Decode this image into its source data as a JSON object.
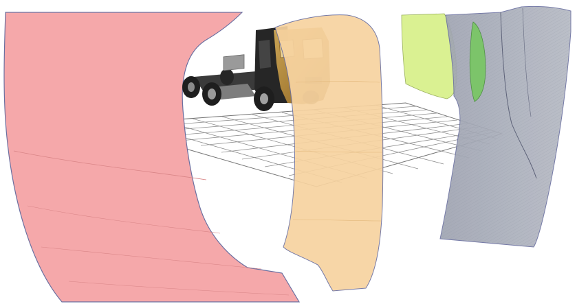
{
  "scene": {
    "background": "#ffffff",
    "objects": [
      {
        "kind": "surface",
        "role": "left-panel",
        "color": "#f4a3a5"
      },
      {
        "kind": "vehicle",
        "role": "truck-tractor-with-cab",
        "body_color": "#2b2b2b",
        "cab_color": "#b89040"
      },
      {
        "kind": "ground-grid",
        "role": "mesh-grid",
        "line_color": "#8f8f8f"
      },
      {
        "kind": "surface",
        "role": "center-strip",
        "color": "#f6d29c"
      },
      {
        "kind": "surface",
        "role": "right-small-panel",
        "color": "#d9f08e"
      },
      {
        "kind": "surface",
        "role": "right-panel-green-strip",
        "color": "#7cc46a"
      },
      {
        "kind": "surface",
        "role": "right-large-panel",
        "color": "#a6abb8"
      }
    ],
    "text_labels": []
  }
}
